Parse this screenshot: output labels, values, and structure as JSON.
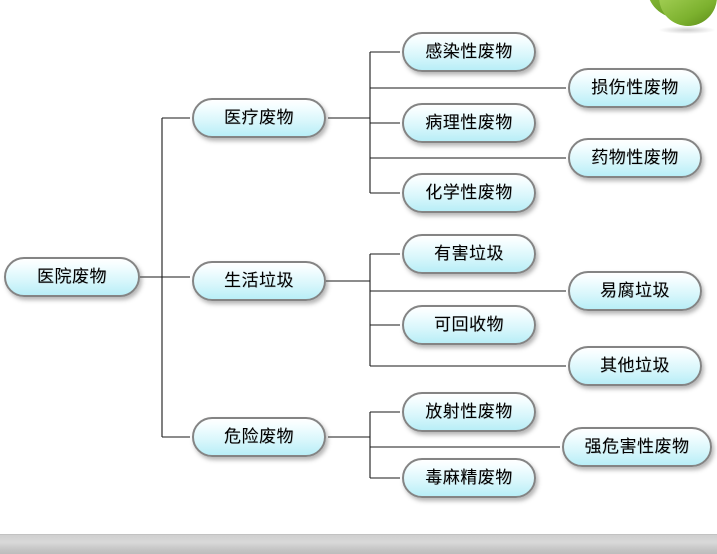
{
  "slide": {
    "background_color": "#ffffff",
    "footer_color": "#cfcfcf",
    "decor_color": "#6fa327",
    "node_border_color": "#848484",
    "node_fill_top": "#ffffff",
    "node_fill_bottom": "#b9eef7",
    "connector_color": "#1a1a1a"
  },
  "diagram": {
    "type": "tree",
    "title": "医院废物",
    "root": {
      "label": "医院废物"
    },
    "branches": [
      {
        "label": "医疗废物",
        "children": [
          {
            "label": "感染性废物"
          },
          {
            "label": "损伤性废物"
          },
          {
            "label": "病理性废物"
          },
          {
            "label": "药物性废物"
          },
          {
            "label": "化学性废物"
          }
        ]
      },
      {
        "label": "生活垃圾",
        "children": [
          {
            "label": "有害垃圾"
          },
          {
            "label": "易腐垃圾"
          },
          {
            "label": "可回收物"
          },
          {
            "label": "其他垃圾"
          }
        ]
      },
      {
        "label": "危险废物",
        "children": [
          {
            "label": "放射性废物"
          },
          {
            "label": "强危害性废物"
          },
          {
            "label": "毒麻精废物"
          }
        ]
      }
    ]
  }
}
